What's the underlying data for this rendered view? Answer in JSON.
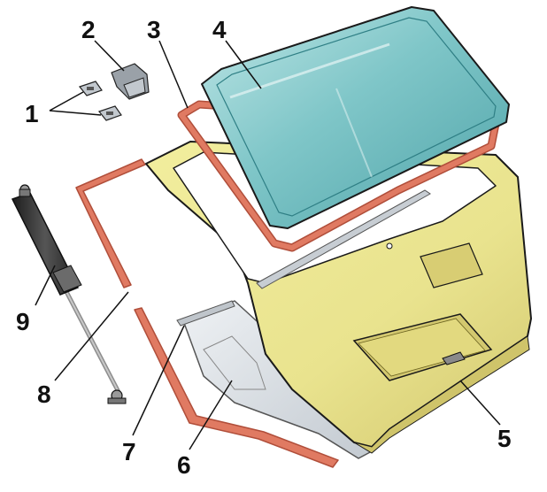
{
  "callouts": [
    {
      "id": "1",
      "label": "1"
    },
    {
      "id": "2",
      "label": "2"
    },
    {
      "id": "3",
      "label": "3"
    },
    {
      "id": "4",
      "label": "4"
    },
    {
      "id": "5",
      "label": "5"
    },
    {
      "id": "6",
      "label": "6"
    },
    {
      "id": "7",
      "label": "7"
    },
    {
      "id": "8",
      "label": "8"
    },
    {
      "id": "9",
      "label": "9"
    }
  ],
  "colors": {
    "door": "#e9e38e",
    "door_shadow": "#cfc46a",
    "glass": "#7fc6c8",
    "glass_dark": "#4fa3a8",
    "seal": "#e07a62",
    "seal_edge": "#b04e3a",
    "panel": "#d8dde2",
    "strut_body": "#2f2f2f",
    "strut_rod": "#a9a9a9",
    "outline": "#1a1a1a"
  }
}
